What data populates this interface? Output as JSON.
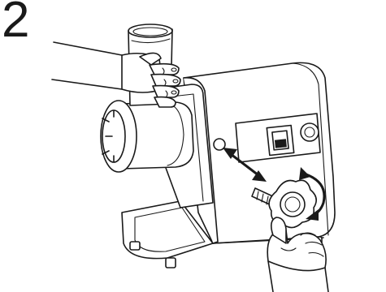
{
  "step": {
    "number": "2"
  },
  "icons": {
    "direction_arrow": "double-headed-arrow",
    "rotation_arrow": "curved-rotation-arrow"
  },
  "colors": {
    "line": "#1a1a1a",
    "background": "#ffffff"
  }
}
